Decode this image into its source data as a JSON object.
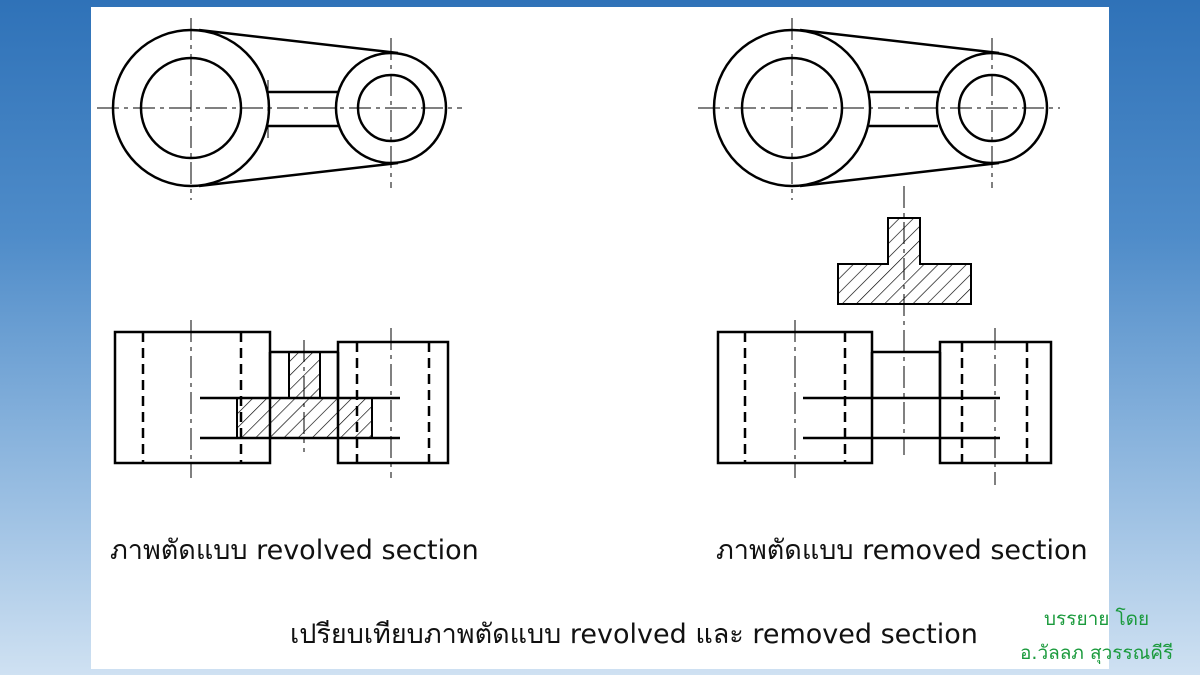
{
  "captions": {
    "left": "ภาพตัดแบบ revolved section",
    "right": "ภาพตัดแบบ removed section",
    "bottom": "เปรียบเทียบภาพตัดแบบ revolved และ removed section"
  },
  "credit": {
    "line1": "บรรยาย โดย",
    "line2": "อ.วัลลภ สุวรรณคีรี"
  },
  "colors": {
    "background_top": "#2f72b8",
    "background_bottom": "#cfe1f2",
    "sheet": "#ffffff",
    "drawing": "#000000",
    "credit_text": "#1a9a3c"
  }
}
